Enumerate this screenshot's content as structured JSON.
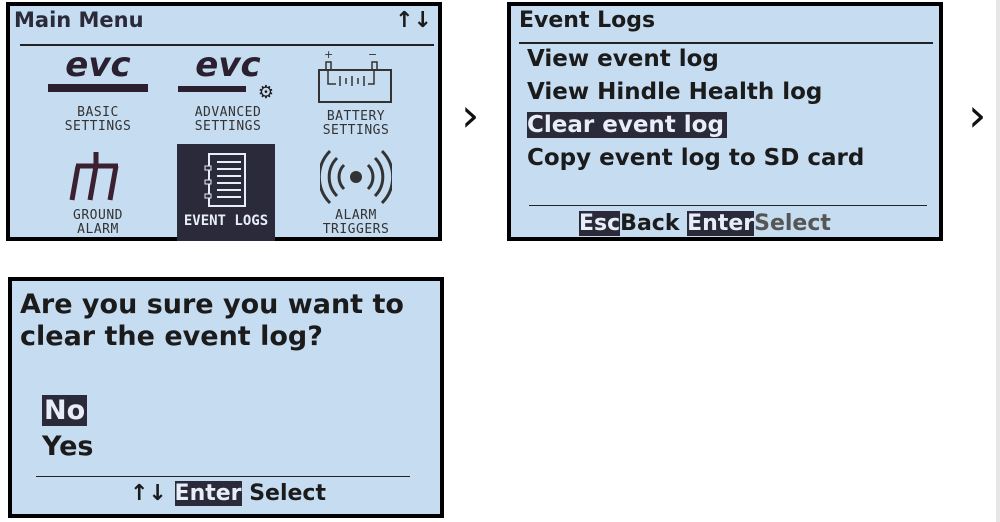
{
  "main_menu": {
    "title": "Main Menu",
    "nav_icon": "up-down-arrows-icon",
    "items": [
      {
        "line1": "BASIC",
        "line2": "SETTINGS",
        "icon": "evc-logo-icon"
      },
      {
        "line1": "ADVANCED",
        "line2": "SETTINGS",
        "icon": "evc-gear-icon"
      },
      {
        "line1": "BATTERY",
        "line2": "SETTINGS",
        "icon": "battery-icon"
      },
      {
        "line1": "GROUND",
        "line2": "ALARM",
        "icon": "ground-icon"
      },
      {
        "line1": "EVENT LOGS",
        "line2": "",
        "icon": "event-log-icon",
        "selected": true
      },
      {
        "line1": "ALARM",
        "line2": "TRIGGERS",
        "icon": "alarm-signal-icon"
      }
    ],
    "logo_text": "evc"
  },
  "event_logs": {
    "title": "Event Logs",
    "items": [
      "View event log",
      "View Hindle Health log",
      "Clear event log",
      "Copy event log to SD card"
    ],
    "selected_index": 2,
    "footer": {
      "esc_key": "Esc",
      "esc_label": "Back",
      "enter_key": "Enter",
      "enter_label": "Select"
    }
  },
  "confirm": {
    "line1": "Are you sure you want to",
    "line2": "clear the event log?",
    "options": [
      "No",
      "Yes"
    ],
    "selected_index": 0,
    "footer": {
      "arrows": "↑↓",
      "enter_key": "Enter",
      "enter_label": "Select"
    }
  },
  "flow_arrows": [
    "›",
    "›"
  ],
  "colors": {
    "lcd_bg": "#c6dcf1",
    "highlight": "#2a2a3a"
  }
}
